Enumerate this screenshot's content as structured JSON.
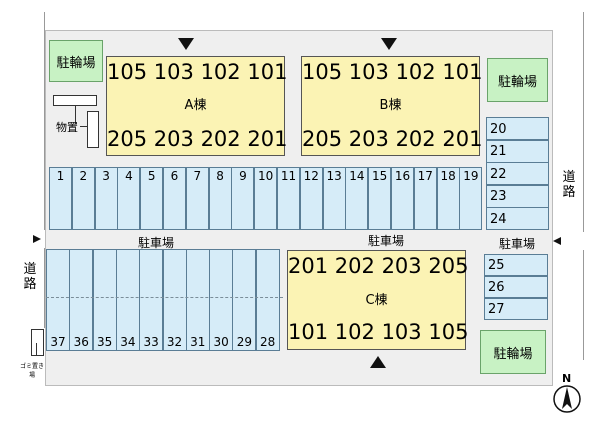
{
  "buildings": [
    {
      "id": "A",
      "name": "A棟",
      "top_units": [
        "105",
        "103",
        "102",
        "101"
      ],
      "bottom_units": [
        "205",
        "203",
        "202",
        "201"
      ]
    },
    {
      "id": "B",
      "name": "B棟",
      "top_units": [
        "105",
        "103",
        "102",
        "101"
      ],
      "bottom_units": [
        "205",
        "203",
        "202",
        "201"
      ]
    },
    {
      "id": "C",
      "name": "C棟",
      "top_units": [
        "201",
        "202",
        "203",
        "205"
      ],
      "bottom_units": [
        "101",
        "102",
        "103",
        "105"
      ]
    }
  ],
  "bicycle_parking": [
    "駐輪場",
    "駐輪場",
    "駐輪場"
  ],
  "storage_label": "物置",
  "garbage_label": "ゴミ置き場",
  "parking_labels": [
    "駐車場",
    "駐車場",
    "駐車場"
  ],
  "road_label": "道路",
  "north_label": "N",
  "spaces_top": [
    "1",
    "2",
    "3",
    "4",
    "5",
    "6",
    "7",
    "8",
    "9",
    "10",
    "11",
    "12",
    "13",
    "14",
    "15",
    "16",
    "17",
    "18",
    "19"
  ],
  "spaces_right_upper": [
    "20",
    "21",
    "22",
    "23",
    "24"
  ],
  "spaces_right_lower": [
    "25",
    "26",
    "27"
  ],
  "spaces_bottom": [
    "37",
    "36",
    "35",
    "34",
    "33",
    "32",
    "31",
    "30",
    "29",
    "28"
  ]
}
